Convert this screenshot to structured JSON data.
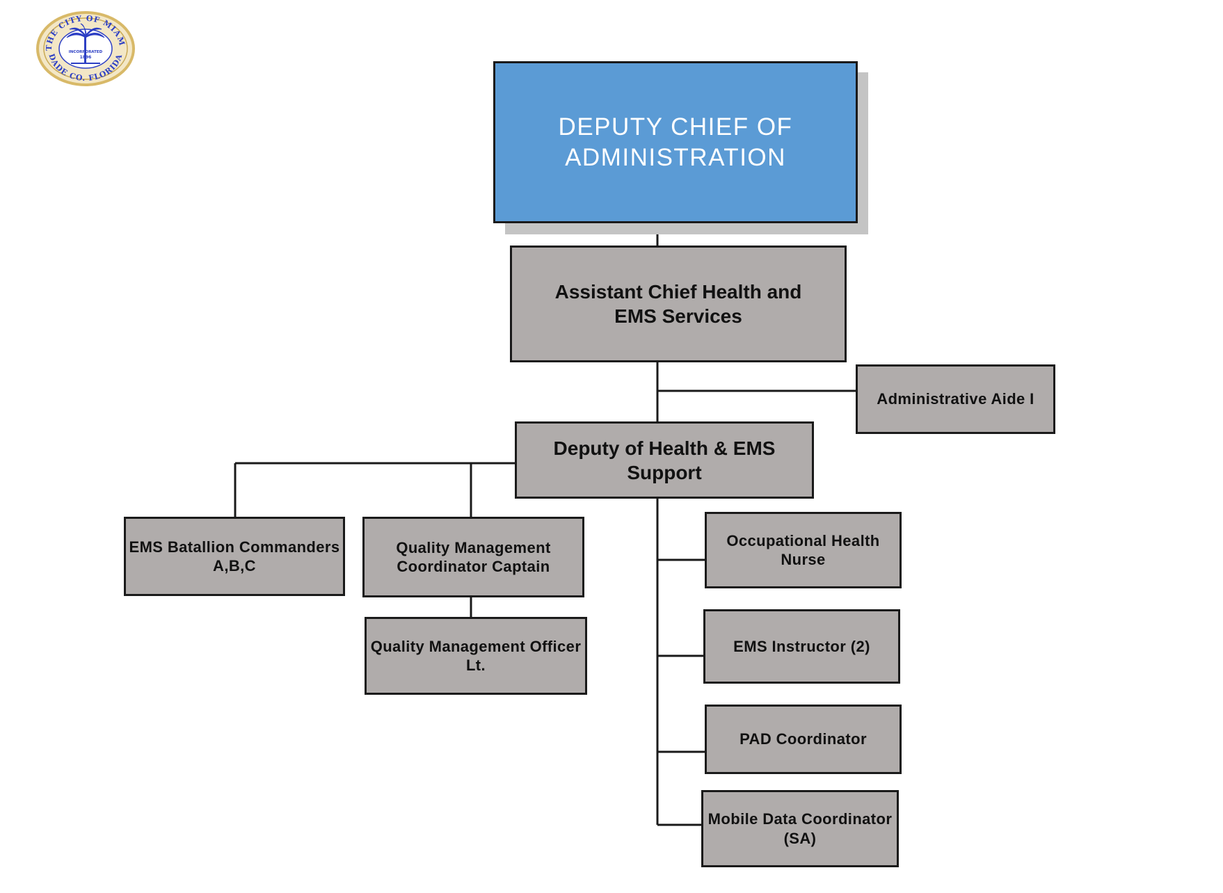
{
  "seal": {
    "top_text": "THE CITY OF MIAMI",
    "bottom_text": "DADE CO. FLORIDA",
    "center_line1": "INCORPORATED",
    "center_line2": "1896"
  },
  "nodes": {
    "deputy_chief": "DEPUTY CHIEF OF\nADMINISTRATION",
    "assistant_chief": "Assistant Chief Health and\nEMS Services",
    "admin_aide": "Administrative Aide I",
    "deputy_health": "Deputy of Health & EMS\nSupport",
    "ems_batallion": "EMS Batallion Commanders\nA,B,C",
    "qm_coordinator": "Quality Management\nCoordinator Captain",
    "qm_officer": "Quality Management Officer\nLt.",
    "occ_health": "Occupational Health\nNurse",
    "ems_instructor": "EMS Instructor (2)",
    "pad_coordinator": "PAD Coordinator",
    "mobile_data": "Mobile Data Coordinator\n(SA)"
  },
  "colors": {
    "top_box_fill": "#5b9bd5",
    "box_fill": "#b0acab",
    "border": "#1a1a1a",
    "shadow": "#c4c4c4",
    "seal_blue": "#2d3fc4",
    "seal_gold": "#d8b968"
  }
}
